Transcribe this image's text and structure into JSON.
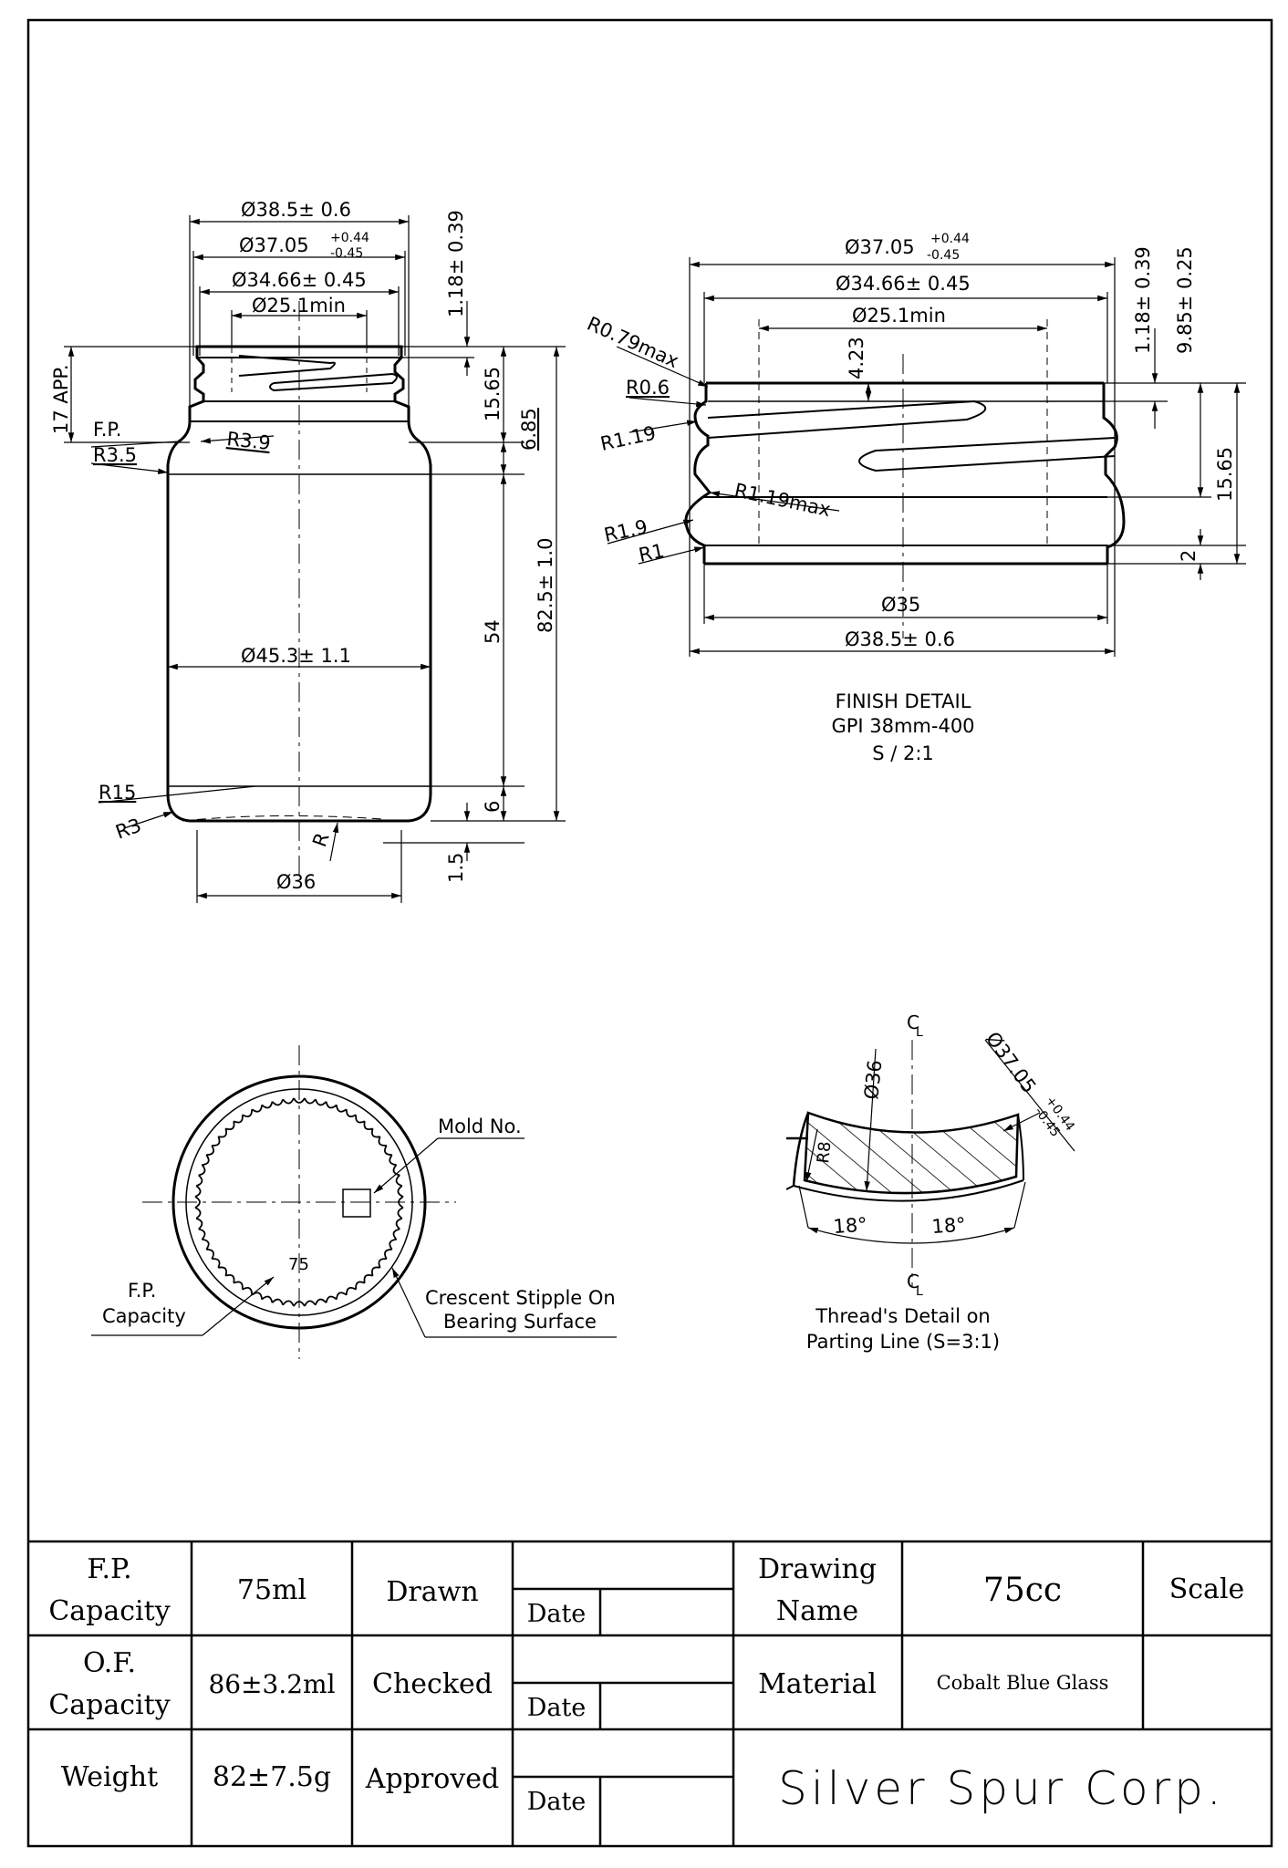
{
  "main_view": {
    "dims": {
      "d_outer": "Ø38.5± 0.6",
      "d_thread": "Ø37.05",
      "d_thread_tol_up": "+0.44",
      "d_thread_tol_dn": "-0.45",
      "d_root": "Ø34.66± 0.45",
      "d_bore": "Ø25.1min",
      "d_body": "Ø45.3± 1.1",
      "d_base": "Ø36",
      "h_thread_top": "1.18± 0.39",
      "h_finish": "15.65",
      "h_neck": "6.85",
      "h_body": "54",
      "h_total": "82.5± 1.0",
      "h_heel": "6",
      "h_push": "1.5",
      "fp_height": "17 APP.",
      "fp_label": "F.P.",
      "r_shoulder_lo": "R3.5",
      "r_shoulder": "R3.9",
      "r_heel_big": "R15",
      "r_heel": "R3",
      "r_push": "R"
    }
  },
  "finish_detail": {
    "dims": {
      "d_thread": "Ø37.05",
      "d_thread_tol_up": "+0.44",
      "d_thread_tol_dn": "-0.45",
      "d_root": "Ø34.66± 0.45",
      "d_bore": "Ø25.1min",
      "d_bead": "Ø35",
      "d_outer": "Ø38.5± 0.6",
      "h_start": "4.23",
      "h_thread_top": "1.18± 0.39",
      "h_bead": "9.85± 0.25",
      "h_finish": "15.65",
      "h_band": "2",
      "r1": "R0.79max",
      "r2": "R0.6",
      "r3": "R1.19",
      "r4": "R1.19max",
      "r5": "R1.9",
      "r6": "R1"
    },
    "caption": [
      "FINISH DETAIL",
      "GPI 38mm-400",
      "S / 2:1"
    ]
  },
  "bottom_view": {
    "mold_label": "Mold No.",
    "capacity_mark": "75",
    "fp_label": [
      "F.P.",
      "Capacity"
    ],
    "stipple_label": [
      "Crescent Stipple On",
      "Bearing Surface"
    ]
  },
  "thread_detail": {
    "cl_top": "C",
    "cl_top_sub": "L",
    "d_base": "Ø36",
    "d_thread": "Ø37.05",
    "d_thread_tol_up": "+0.44",
    "d_thread_tol_dn": "-0.45",
    "radius": "R8",
    "angle_left": "18°",
    "angle_right": "18°",
    "caption": [
      "Thread's Detail on",
      "Parting Line (S=3:1)"
    ]
  },
  "title_block": {
    "fp_capacity_label": [
      "F.P.",
      "Capacity"
    ],
    "fp_capacity_value": "75ml",
    "of_capacity_label": [
      "O.F.",
      "Capacity"
    ],
    "of_capacity_value": "86±3.2ml",
    "weight_label": "Weight",
    "weight_value": "82±7.5g",
    "drawn_label": "Drawn",
    "checked_label": "Checked",
    "approved_label": "Approved",
    "date_label": "Date",
    "drawing_name_label": [
      "Drawing",
      "Name"
    ],
    "drawing_name_value": "75cc",
    "scale_label": "Scale",
    "material_label": "Material",
    "material_value": "Cobalt Blue Glass",
    "company": "Silver Spur Corp."
  }
}
